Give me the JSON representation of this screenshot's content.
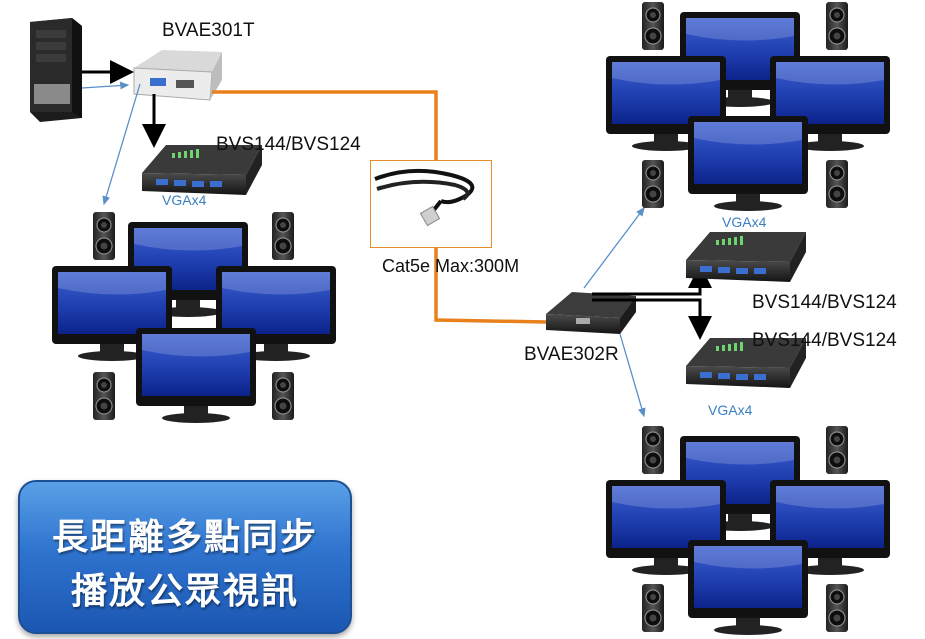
{
  "labels": {
    "transmitter": "BVAE301T",
    "splitter_left": "BVS144/BVS124",
    "vga_left": "VGAx4",
    "cable": "Cat5e  Max:300M",
    "receiver": "BVAE302R",
    "vga_right_top": "VGAx4",
    "splitter_right_1": "BVS144/BVS124",
    "splitter_right_2": "BVS144/BVS124",
    "vga_right_bottom": "VGAx4"
  },
  "banner": {
    "line1": "長距離多點同步",
    "line2": "播放公眾視訊"
  },
  "colors": {
    "cable": "#e8801c",
    "thin_link": "#5b8fc9",
    "arrow": "#000000",
    "screen": "#1f3fb0",
    "banner": "#2f74cf"
  },
  "icons": [
    "computer-tower-icon",
    "transmitter-box-icon",
    "splitter-box-icon",
    "monitor-icon",
    "speaker-icon",
    "receiver-box-icon",
    "cat5e-cable-icon"
  ]
}
